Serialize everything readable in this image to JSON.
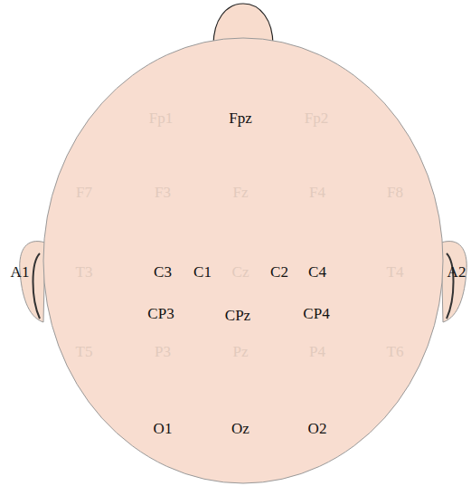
{
  "diagram": {
    "labels": [
      "Fp1",
      "Fpz",
      "Fp2",
      "F7",
      "F3",
      "Fz",
      "F4",
      "F8",
      "A1",
      "T3",
      "C3",
      "C1",
      "Cz",
      "C2",
      "C4",
      "T4",
      "A2",
      "CP3",
      "CPz",
      "CP4",
      "T5",
      "P3",
      "Pz",
      "P4",
      "T6",
      "O1",
      "Oz",
      "O2"
    ]
  }
}
